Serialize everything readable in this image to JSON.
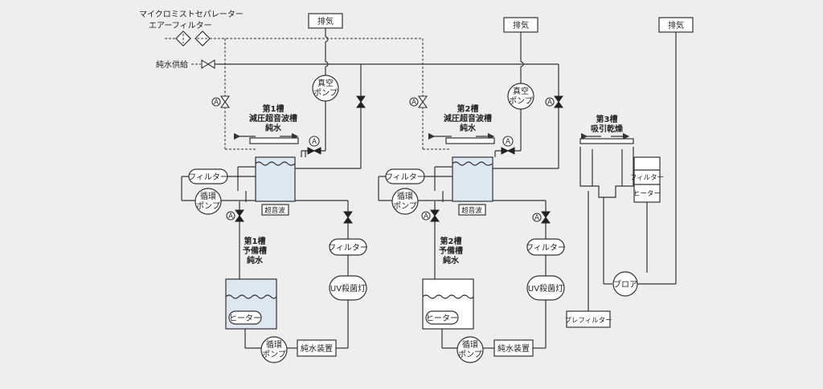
{
  "labels": {
    "micro_mist_separator": "マイクロミストセパレーター",
    "air_filter": "エアーフィルター",
    "pure_water_supply": "純水供給",
    "exhaust": "排気",
    "vacuum_pump_1": "真空",
    "vacuum_pump_2": "ポンプ",
    "filter": "フィルター",
    "circ_pump_1": "循環",
    "circ_pump_2": "ポンプ",
    "ultrasonic": "超音波",
    "heater": "ヒーター",
    "uv_lamp": "UV殺菌灯",
    "pure_water_device": "純水装置",
    "pre_filter": "プレフィルター",
    "blower": "ブロア",
    "gauge": "A"
  },
  "tanks": {
    "t1_line1": "第1槽",
    "t1_line2": "減圧超音波槽",
    "t1_line3": "純水",
    "t2_line1": "第2槽",
    "t2_line2": "減圧超音波槽",
    "t2_line3": "純水",
    "t3_line1": "第3槽",
    "t3_line2": "吸引乾燥",
    "p1_line1": "第1槽",
    "p1_line2": "予備槽",
    "p1_line3": "純水",
    "p2_line1": "第2槽",
    "p2_line2": "予備槽",
    "p2_line3": "純水"
  }
}
